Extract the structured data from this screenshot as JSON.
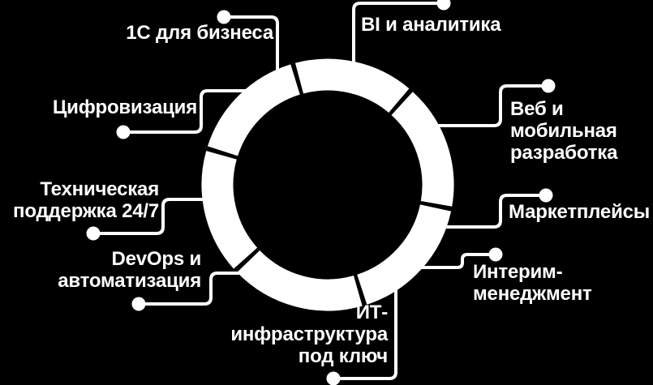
{
  "diagram": {
    "type": "segmented-donut-ring",
    "segment_count": 6,
    "colors": {
      "foreground": "#ffffff",
      "background": "#000000"
    },
    "services": [
      {
        "id": "1c-for-business",
        "lines": [
          "1С для бизнеса"
        ]
      },
      {
        "id": "bi-analytics",
        "lines": [
          "BI и аналитика"
        ]
      },
      {
        "id": "digitalization",
        "lines": [
          "Цифровизация"
        ]
      },
      {
        "id": "web-mobile-dev",
        "lines": [
          "Веб и",
          "мобильная",
          "разработка"
        ]
      },
      {
        "id": "tech-support",
        "lines": [
          "Техническая",
          "поддержка 24/7"
        ]
      },
      {
        "id": "marketplaces",
        "lines": [
          "Маркетплейсы"
        ]
      },
      {
        "id": "devops-automation",
        "lines": [
          "DevOps и",
          "автоматизация"
        ]
      },
      {
        "id": "interim-management",
        "lines": [
          "Интерим-",
          "менеджмент"
        ]
      },
      {
        "id": "it-infrastructure",
        "lines": [
          "ИТ-",
          "инфраструктура",
          "под ключ"
        ]
      }
    ]
  }
}
